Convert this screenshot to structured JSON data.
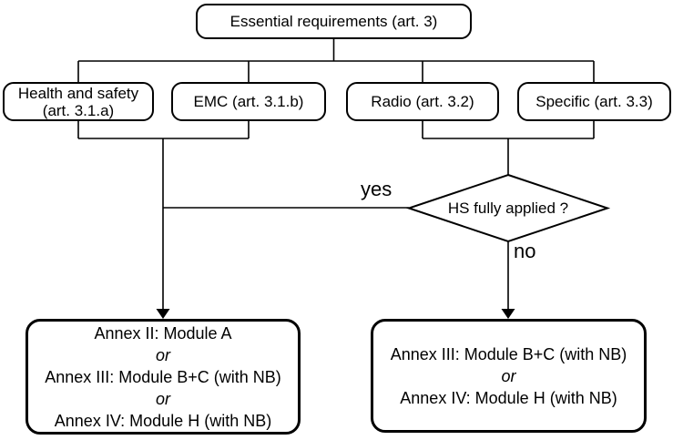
{
  "nodes": {
    "essential": {
      "label": "Essential requirements (art. 3)"
    },
    "health": {
      "line1": "Health and safety",
      "line2": "(art. 3.1.a)"
    },
    "emc": {
      "label": "EMC (art. 3.1.b)"
    },
    "radio": {
      "label": "Radio (art. 3.2)"
    },
    "specific": {
      "label": "Specific (art. 3.3)"
    },
    "decision": {
      "label": "HS fully applied ?"
    },
    "annex_left": {
      "lines": [
        "Annex II: Module A",
        "or",
        "Annex III: Module B+C (with NB)",
        "or",
        "Annex IV: Module H (with NB)"
      ]
    },
    "annex_right": {
      "lines": [
        "Annex III: Module B+C (with NB)",
        "or",
        "Annex IV: Module H (with NB)"
      ]
    }
  },
  "labels": {
    "yes": "yes",
    "no": "no"
  },
  "colors": {
    "background": "#ffffff",
    "line": "#000000",
    "border": "#000000",
    "text": "#000000"
  }
}
